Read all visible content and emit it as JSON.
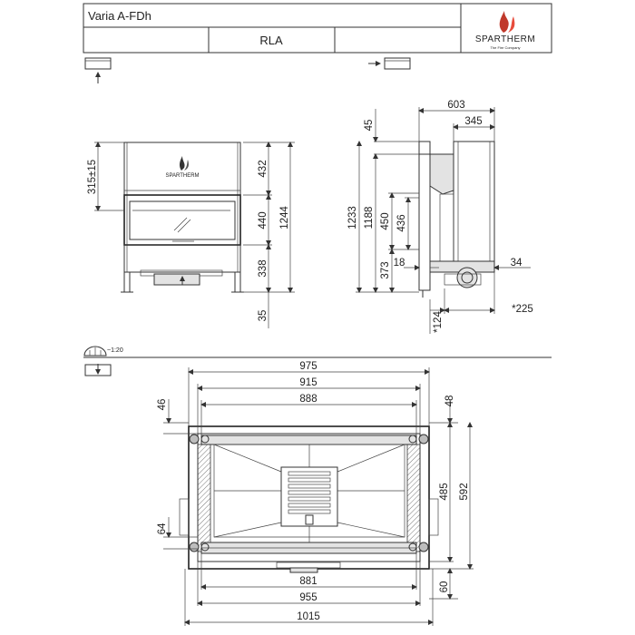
{
  "title_block": {
    "model": "Varia A-FDh",
    "variant": "RLA",
    "brand": "SPARTHERM",
    "tagline": "The Fire Company"
  },
  "front_view": {
    "logo_text": "SPARTHERM",
    "dims": {
      "top": "432",
      "door": "440",
      "bottom": "338",
      "total": "1244",
      "feet": "35",
      "opening": "315±15"
    }
  },
  "side_view": {
    "dims": {
      "depth": "603",
      "body_depth": "345",
      "collar": "45",
      "total": "1233",
      "inner": "1188",
      "upper": "450",
      "mid": "436",
      "lower": "373",
      "wall": "18",
      "right_offset": "34",
      "left_offset": "*124",
      "rear": "*225"
    }
  },
  "plan_view": {
    "scale": "~1:20",
    "dims": {
      "width_outer": "975",
      "width_mid": "915",
      "width_inner": "888",
      "left_top": "46",
      "right_top": "48",
      "inner_depth": "485",
      "total_depth": "592",
      "left_bottom": "64",
      "bottom_inner": "881",
      "bottom_mid": "955",
      "bottom_outer": "1015",
      "front": "60"
    }
  }
}
